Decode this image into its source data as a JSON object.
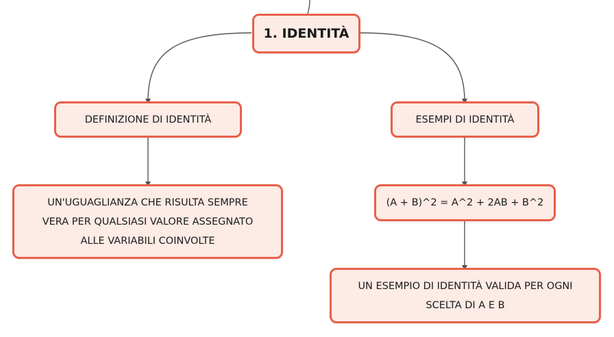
{
  "colors": {
    "node_fill": "#fdebe6",
    "node_border": "#e8604a",
    "edge": "#555555",
    "text": "#1a1a1a"
  },
  "nodes": {
    "root": "1. IDENTITÀ",
    "definition_title": "DEFINIZIONE DI IDENTITÀ",
    "definition_text": "UN'UGUAGLIANZA CHE RISULTA SEMPRE\nVERA PER QUALSIASI VALORE ASSEGNATO\nALLE VARIABILI COINVOLTE",
    "examples_title": "ESEMPI DI IDENTITÀ",
    "example_formula": "(A + B)^2 = A^2 + 2AB + B^2",
    "example_note": "UN ESEMPIO DI IDENTITÀ VALIDA PER OGNI\nSCELTA DI A E B"
  }
}
